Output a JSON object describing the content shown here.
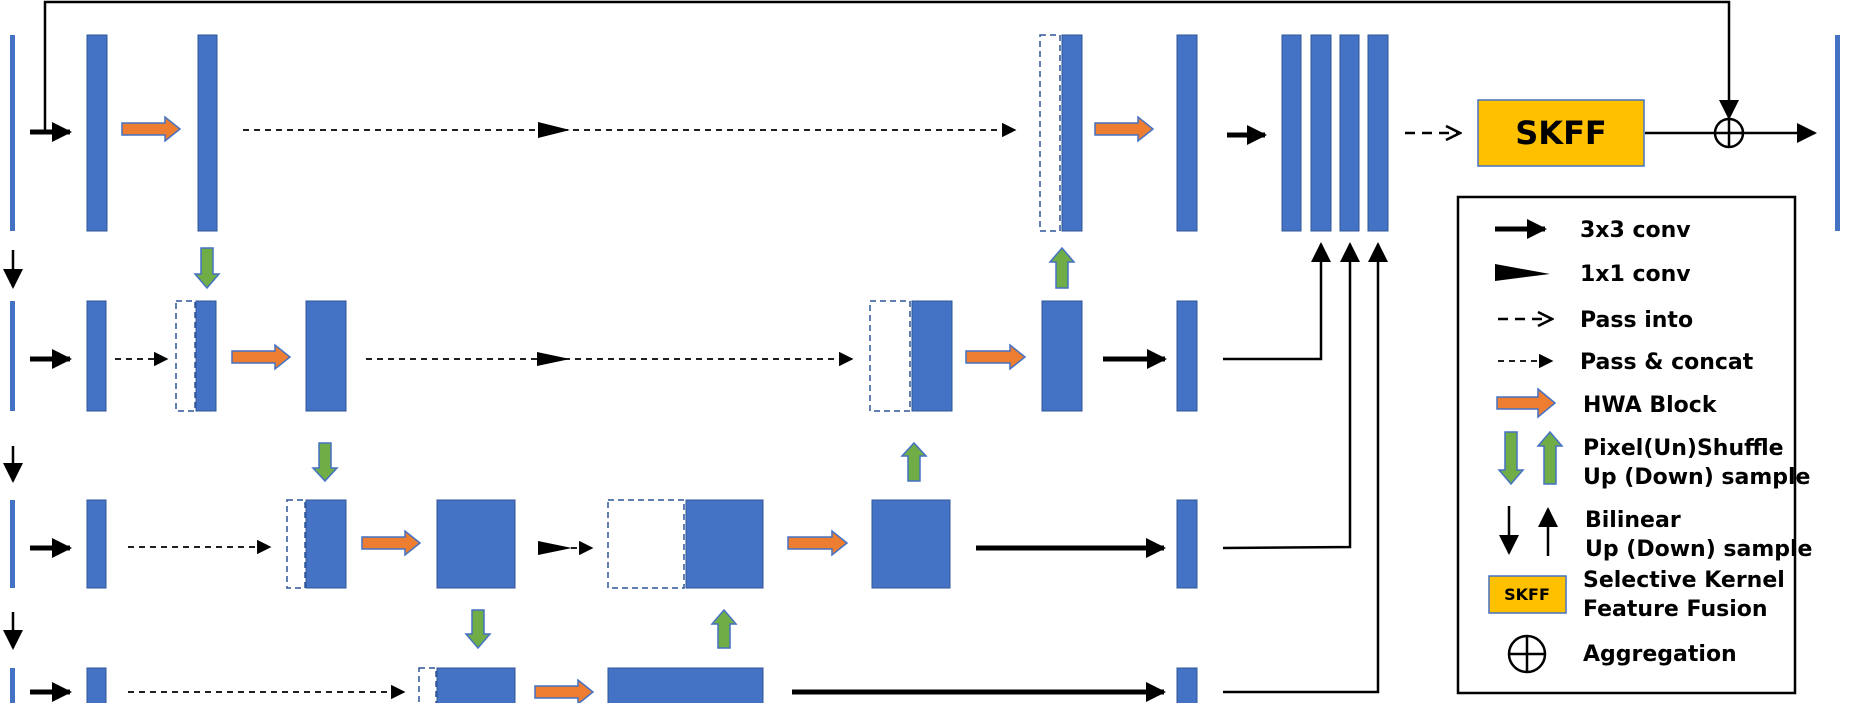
{
  "fusion_block_label": "SKFF",
  "legend": {
    "conv3": "3x3 conv",
    "conv1": "1x1 conv",
    "pass_into": "Pass into",
    "pass_concat": "Pass & concat",
    "hwa_block": "HWA Block",
    "pixel_shuffle_line1": "Pixel(Un)Shuffle",
    "pixel_shuffle_line2": "Up (Down) sample",
    "bilinear_line1": "Bilinear",
    "bilinear_line2": "Up (Down) sample",
    "skff_icon": "SKFF",
    "skff_line1": "Selective Kernel",
    "skff_line2": "Feature Fusion",
    "aggregation": "Aggregation"
  },
  "colors": {
    "feature_block": "#4472C4",
    "hwa_arrow": "#ED7D31",
    "hwa_arrow_stroke": "#4472C4",
    "shuffle_arrow": "#70AD47",
    "shuffle_arrow_stroke": "#4472C4",
    "skff_fill": "#FFC000",
    "skff_stroke": "#4472C4",
    "line": "#000000"
  },
  "icons": {
    "hwa": "orange-right-arrow",
    "pixel_shuffle": "green-up-down-arrow",
    "bilinear": "thin-up-down-arrow",
    "aggregation": "circled-plus"
  }
}
